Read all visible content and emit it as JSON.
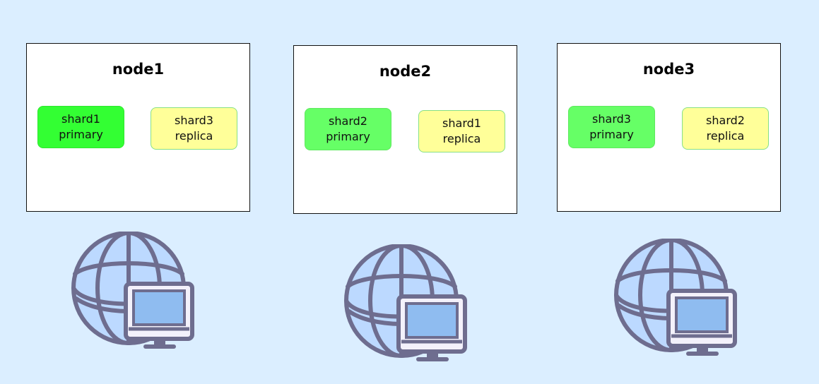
{
  "nodes": [
    {
      "title": "node1",
      "shards": [
        {
          "name": "shard1",
          "role": "primary"
        },
        {
          "name": "shard3",
          "role": "replica"
        }
      ]
    },
    {
      "title": "node2",
      "shards": [
        {
          "name": "shard2",
          "role": "primary"
        },
        {
          "name": "shard1",
          "role": "replica"
        }
      ]
    },
    {
      "title": "node3",
      "shards": [
        {
          "name": "shard3",
          "role": "primary"
        },
        {
          "name": "shard2",
          "role": "replica"
        }
      ]
    }
  ],
  "colors": {
    "background": "#dbeeff",
    "primary_node1": "#33ff33",
    "primary": "#66ff66",
    "replica": "#ffff99",
    "icon_stroke": "#6e6d8f",
    "icon_fill": "#bcd9ff"
  },
  "icons": [
    "network-computer-icon",
    "network-computer-icon",
    "network-computer-icon"
  ]
}
